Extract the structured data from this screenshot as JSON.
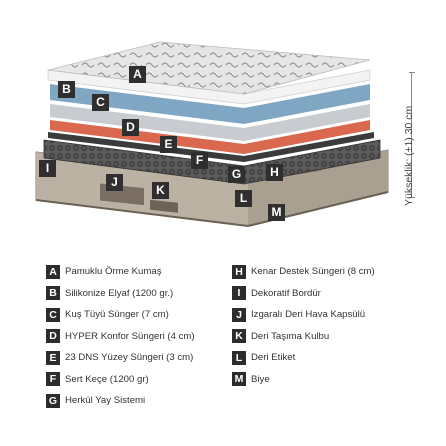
{
  "height_label": "Yükseklik: (±1) 30 cm",
  "callouts": [
    "A",
    "B",
    "C",
    "D",
    "E",
    "F",
    "G",
    "H",
    "I",
    "J",
    "K",
    "L",
    "M"
  ],
  "legend_left": [
    {
      "letter": "A",
      "text": "Pamuklu Örme Kumaş"
    },
    {
      "letter": "B",
      "text": "Silikonize Elyaf (1200 gr.)"
    },
    {
      "letter": "C",
      "text": "Kuş Tüyü Sünger (7 cm)"
    },
    {
      "letter": "D",
      "text": "HYPER Konfor Süngeri (4 cm)"
    },
    {
      "letter": "E",
      "text": "23 DNS Yüzey Süngeri (3 cm)"
    },
    {
      "letter": "F",
      "text": "Sert Keçe (1200 gr)"
    },
    {
      "letter": "G",
      "text": "Herkül Yay Sistemi"
    }
  ],
  "legend_right": [
    {
      "letter": "H",
      "text": "Kenar Destek Süngeri (8 cm)"
    },
    {
      "letter": "I",
      "text": "Dekoratif Bordür"
    },
    {
      "letter": "J",
      "text": "Izgaralı Deri Hava Kapsülü"
    },
    {
      "letter": "K",
      "text": "Deri Taşıma Kulbu"
    },
    {
      "letter": "L",
      "text": "Deri Etiket"
    },
    {
      "letter": "M",
      "text": "Biye"
    }
  ],
  "colors": {
    "quilt": "#e9e9e9",
    "fiber": "#f2f2f2",
    "foam_blue": "#7fa7c4",
    "foam_gray": "#c9ccd0",
    "foam_red": "#d9684f",
    "felt": "#3a3a3a",
    "spring": "#6c6c6c",
    "border": "#b3a89a"
  }
}
